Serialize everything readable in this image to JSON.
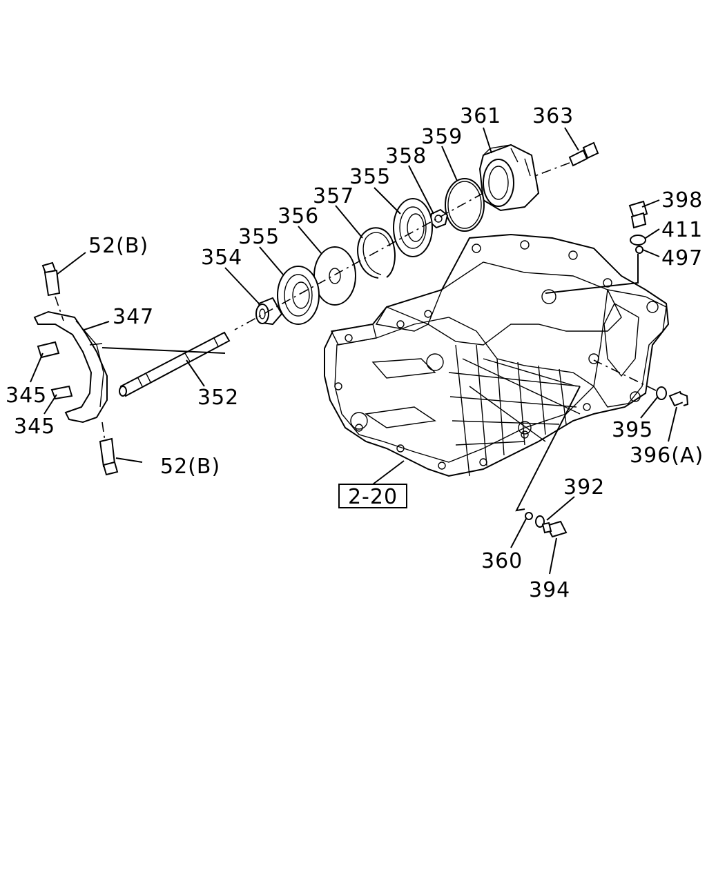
{
  "callouts": {
    "p361": "361",
    "p363": "363",
    "p359": "359",
    "p358": "358",
    "p355a": "355",
    "p357": "357",
    "p356": "356",
    "p355b": "355",
    "p354": "354",
    "p398": "398",
    "p411": "411",
    "p497": "497",
    "p52b_top": "52(B)",
    "p347": "347",
    "p345a": "345",
    "p345b": "345",
    "p352": "352",
    "p52b_bottom": "52(B)",
    "p395": "395",
    "p396a": "396(A)",
    "p392": "392",
    "p360": "360",
    "p394": "394"
  },
  "reference_box": "2-20"
}
